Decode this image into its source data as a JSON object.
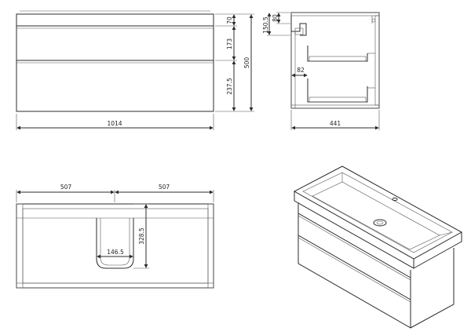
{
  "front_view": {
    "width_label": "1014",
    "height_label": "500",
    "top_gap_label": "70",
    "upper_drawer_label": "173",
    "lower_drawer_label": "237.5"
  },
  "side_view": {
    "depth_label": "441",
    "top_label": "80",
    "offset_label": "150.5",
    "inner_label": "82"
  },
  "top_view": {
    "left_half_label": "507",
    "right_half_label": "507",
    "cutout_width_label": "146.5",
    "cutout_depth_label": "328.5"
  }
}
